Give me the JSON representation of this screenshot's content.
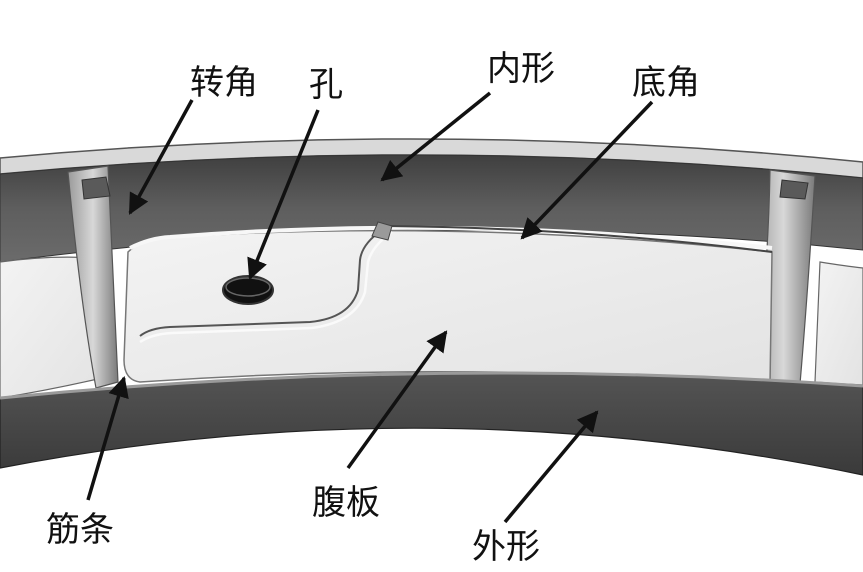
{
  "labels": {
    "fillet_corner": "转角",
    "hole": "孔",
    "inner_contour": "内形",
    "bottom_corner": "底角",
    "rib": "筋条",
    "web": "腹板",
    "outer_contour": "外形"
  },
  "colors": {
    "background": "#ffffff",
    "text": "#111111",
    "arrow": "#111111",
    "wall_dark": "#4f4f4f",
    "wall_mid": "#8a8a8a",
    "web_light": "#ececec",
    "edge_highlight": "#f7f7f7"
  }
}
